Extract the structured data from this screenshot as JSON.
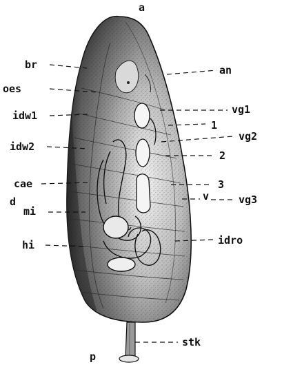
{
  "labels": {
    "a": "a",
    "p": "p",
    "d": "d",
    "br": "br",
    "oes": "oes",
    "idw1": "idw1",
    "idw2": "idw2",
    "cae": "cae",
    "mi": "mi",
    "hi": "hi",
    "an": "an",
    "vg1": "vg1",
    "one": "1",
    "vg2": "vg2",
    "two": "2",
    "three": "3",
    "v": "v",
    "vg3": "vg3",
    "idro": "idro",
    "stk": "stk"
  },
  "colors": {
    "ink": "#111111",
    "paper": "#ffffff",
    "body_fill": "#8a8a8a",
    "body_dark": "#3a3a3a",
    "body_light": "#d4d4d4"
  }
}
